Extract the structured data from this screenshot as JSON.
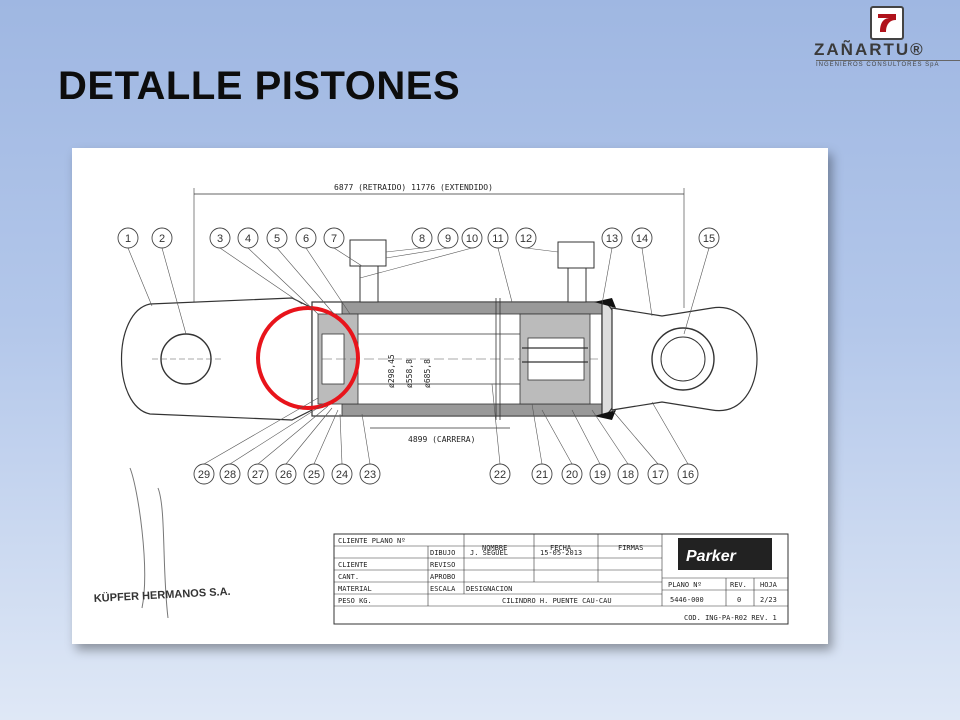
{
  "slide": {
    "title": "DETALLE PISTONES"
  },
  "logo": {
    "brand": "ZAÑARTU®",
    "tagline": "INGENIEROS CONSULTORES SpA"
  },
  "drawing": {
    "overall_dimension": "6877 (RETRAIDO) 11776 (EXTENDIDO)",
    "stroke_dimension": "4899 (CARRERA)",
    "diameters": [
      "ø298,45",
      "ø558,8",
      "ø685,8"
    ],
    "top_balloons": [
      "1",
      "2",
      "3",
      "4",
      "5",
      "6",
      "7",
      "8",
      "9",
      "10",
      "11",
      "12",
      "13",
      "14",
      "15"
    ],
    "bottom_balloons": [
      "29",
      "28",
      "27",
      "26",
      "25",
      "24",
      "23",
      "22",
      "21",
      "20",
      "19",
      "18",
      "17",
      "16"
    ],
    "highlight_color": "#e8141b",
    "signature": "KÜPFER HERMANOS S.A.",
    "title_block": {
      "cliente_plano": "CLIENTE PLANO Nº",
      "headers": [
        "NOMBRE",
        "FECHA",
        "FIRMAS"
      ],
      "dibujo_label": "DIBUJO",
      "dibujo_nombre": "J. SEGUEL",
      "dibujo_fecha": "15-05-2013",
      "reviso_label": "REVISO",
      "aprobo_label": "APROBO",
      "left_labels": [
        "CLIENTE",
        "CANT.",
        "MATERIAL",
        "PESO KG."
      ],
      "escala_label": "ESCALA",
      "designacion_label": "DESIGNACION",
      "designacion": "CILINDRO H. PUENTE CAU-CAU",
      "brand": "Parker",
      "plano_label": "PLANO Nº",
      "rev_label": "REV.",
      "hoja_label": "HOJA",
      "plano_no": "5446-000",
      "rev": "0",
      "hoja": "2/23",
      "cod": "COD. ING-PA-R02 REV. 1"
    }
  }
}
